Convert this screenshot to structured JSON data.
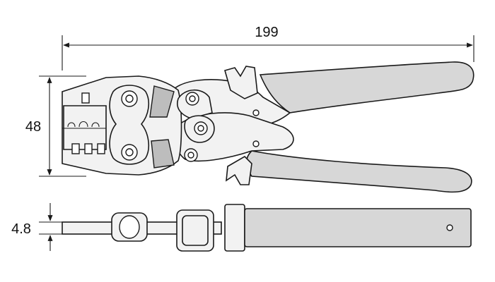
{
  "dimensions": {
    "length": "199",
    "height": "48",
    "thickness": "4.8"
  },
  "colors": {
    "stroke": "#1a1a1a",
    "grip": "#d7d7d7",
    "metal": "#f2f2f2"
  }
}
